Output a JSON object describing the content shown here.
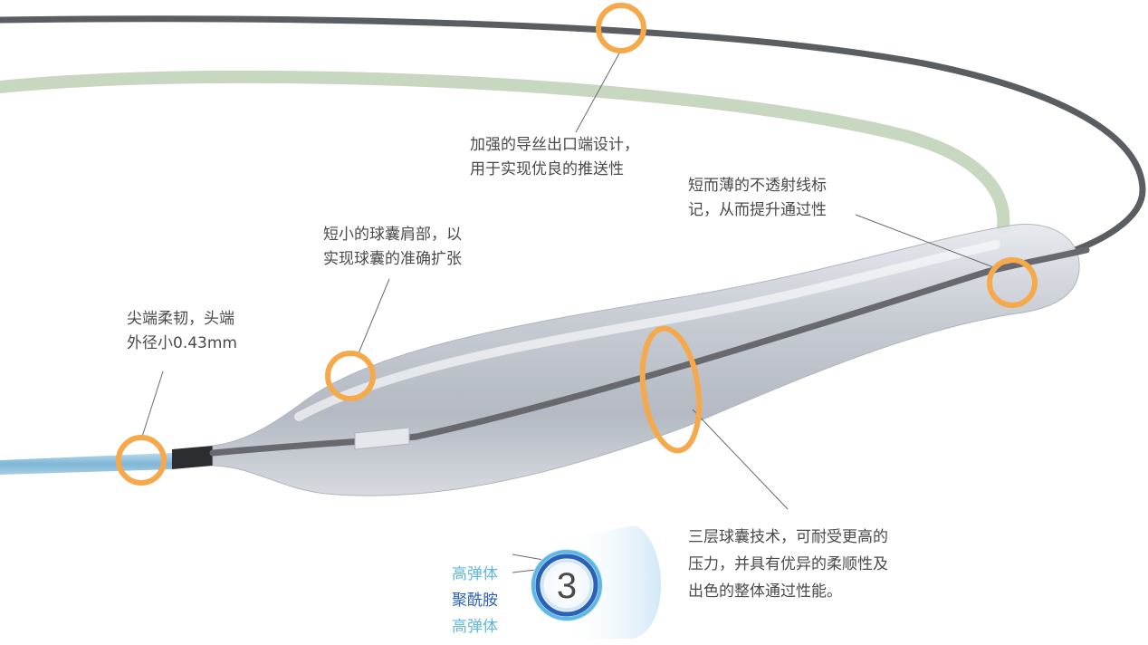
{
  "callouts": {
    "tip": [
      "尖端柔韧，头端",
      "外径小0.43mm"
    ],
    "shoulder": [
      "短小的球囊肩部，以",
      "实现球囊的准确扩张"
    ],
    "exit_port": [
      "加强的导丝出口端设计，",
      "用于实现优良的推送性"
    ],
    "marker": [
      "短而薄的不透射线标",
      "记，从而提升通过性"
    ],
    "layers": [
      "三层球囊技术，可耐受更高的",
      "压力，并具有优异的柔顺性及",
      "出色的整体通过性能。"
    ]
  },
  "balloon_layers": {
    "count": "3",
    "outer": "高弹体",
    "middle": "聚酰胺",
    "inner": "高弹体"
  },
  "colors": {
    "callout_ring": "#f5a94a",
    "text": "#4a4a4a",
    "layer_elastomer": "#5fb7e4",
    "layer_polyamide": "#2b62b8",
    "guidewire_dark": "#5a5d62",
    "guidewire_green": "#c7d7c0",
    "shaft_blue": "#8cc0dc"
  }
}
